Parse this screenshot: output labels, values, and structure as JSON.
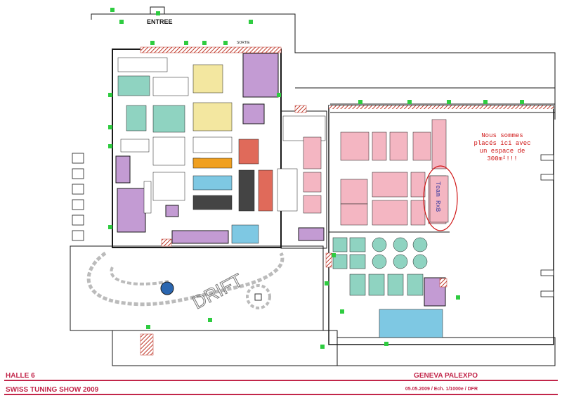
{
  "plan": {
    "entrance_label": "ENTREE",
    "exit_label": "SORTIE",
    "drift_label": "DRIFT",
    "team_label": "Team RxB",
    "annotation": "Nous sommes\nplacés ici avec\nun espace de\n300m²!!!"
  },
  "footer": {
    "hall": "HALLE 6",
    "show": "SWISS TUNING SHOW 2009",
    "venue": "GENEVA PALEXPO",
    "scale_line": "05.05.2009 / Ech. 1/1000e / DFR"
  },
  "colors": {
    "frame": "#1a1a1a",
    "hatch_red": "#c0392b",
    "pink_stand": "#f4b6c2",
    "purple_stand": "#c39bd3",
    "teal_stand": "#8fd3c1",
    "yellow_stand": "#f3e7a0",
    "orange_stand": "#f0a020",
    "blue_stand": "#7ec8e3",
    "dark_stand": "#444444",
    "red_stand": "#e06a5a",
    "green_marker": "#2ecc40",
    "annotation_red": "#d01818",
    "footer_red": "#c2264a"
  }
}
